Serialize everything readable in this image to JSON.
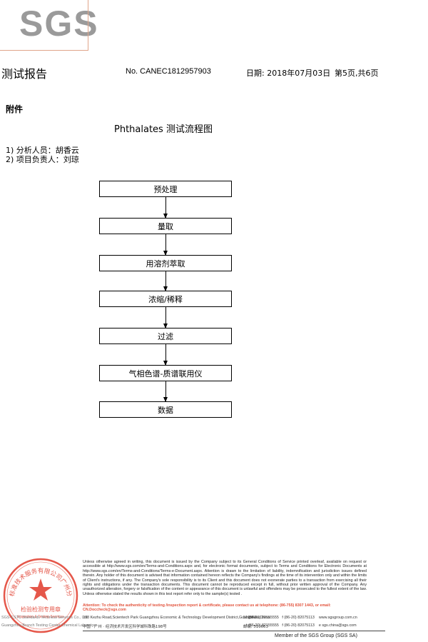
{
  "header": {
    "logo_text": "SGS",
    "report_title": "测试报告",
    "report_no": "No. CANEC1812957903",
    "date": "日期: 2018年07月03日",
    "page": "第5页,共6页"
  },
  "annex_label": "附件",
  "flow_title": "Phthalates 测试流程图",
  "personnel": [
    "1)  分析人员：胡香云",
    "2)  项目负责人：刘琼"
  ],
  "flow_steps": [
    "预处理",
    "量取",
    "用溶剂萃取",
    "浓缩/稀释",
    "过滤",
    "气相色谱-质谱联用仪",
    "数据"
  ],
  "stamp": {
    "outer_text": "通标标准技术服务有限公司广州分公司",
    "inner_text": "检验检测专用章",
    "en_text": "Inspection & Testing Services",
    "color": "#e03a2a"
  },
  "footer": {
    "disclaimer": "Unless otherwise agreed in writing, this document is issued by the Company subject to its General Conditions of Service printed overleaf, available on request or accessible at http://www.sgs.com/en/Terms-and-Conditions.aspx and, for electronic format documents, subject to Terms and Conditions for Electronic Documents at http://www.sgs.com/en/Terms-and-Conditions/Terms-e-Document.aspx. Attention is drawn to the limitation of liability, indemnification and jurisdiction issues defined therein. Any holder of this document is advised that information contained hereon reflects the Company's findings at the time of its intervention only and within the limits of Client's instructions, if any. The Company's sole responsibility is to its Client and this document does not exonerate parties to a transaction from exercising all their rights and obligations under the transaction documents. This document cannot be reproduced except in full, without prior written approval of the Company. Any unauthorized alteration, forgery or falsification of the content or appearance of this document is unlawful and offenders may be prosecuted to the fullest extent of the law. Unless otherwise stated the results shown in this test report refer only to the sample(s) tested .",
    "attention": "Attention: To check the authenticity of testing /inspection report & certificate, please contact us at telephone: (86-755) 8307 1443, or email: CN.Doccheck@sgs.com",
    "left_en_1": "SGS-CSTC Standards Technical Services Co., Ltd.",
    "left_en_2": "Guangzhou Branch Testing Center Chemical Laboratory",
    "addr_en": "198 Kezhu Road,Scientech Park Guangzhou Economic & Technology Development District,Guangzhou,China",
    "addr_cn": "中国 · 广州 · 经济技术开发区科学城科珠路198号",
    "zip_en": "510663",
    "zip_cn_label": "邮编:",
    "zip_cn": "510663",
    "tel": "t  (86-20) 82155555",
    "fax": "f  (86-20) 82075113",
    "web": "www.sgsgroup.com.cn",
    "mail": "e  sgs.china@sgs.com",
    "member": "Member of the SGS Group (SGS SA)"
  }
}
